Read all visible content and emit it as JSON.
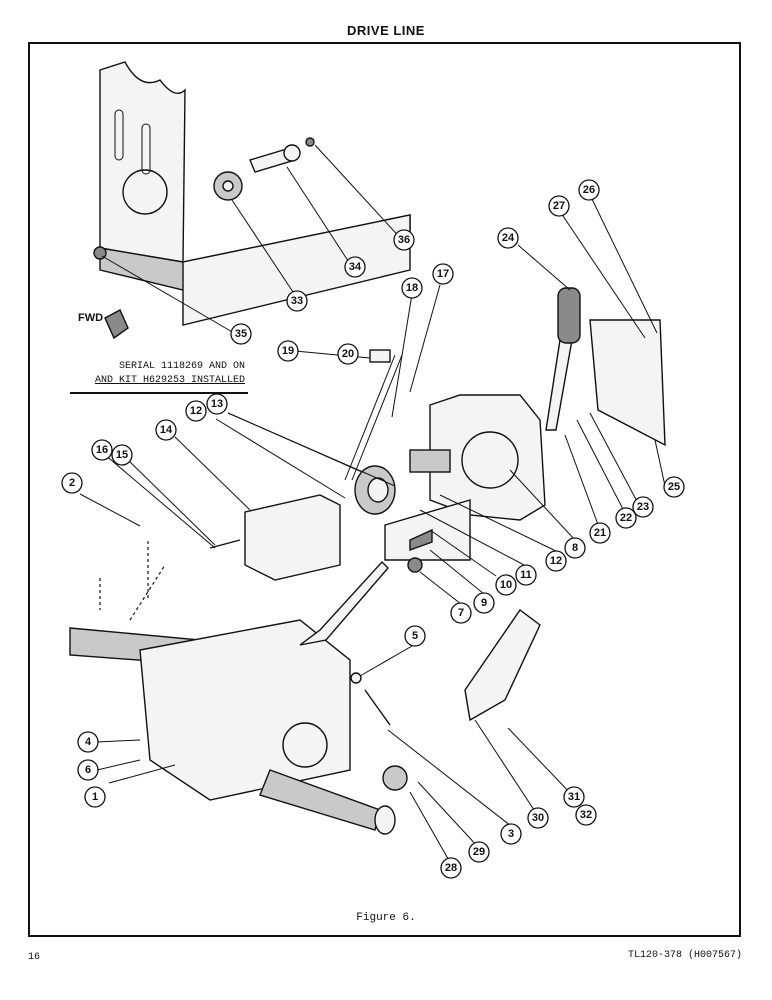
{
  "page_title": "DRIVE LINE",
  "figure_caption": "Figure 6.",
  "page_number": "16",
  "doc_reference": "TL120-378 (H007567)",
  "direction_label": "FWD",
  "serial_note": {
    "line1": "SERIAL 1118269 AND ON",
    "line2": "AND KIT H629253 INSTALLED"
  },
  "callouts": {
    "c1": "1",
    "c2": "2",
    "c3": "3",
    "c4": "4",
    "c5": "5",
    "c6": "6",
    "c7": "7",
    "c8": "8",
    "c9": "9",
    "c10": "10",
    "c11": "11",
    "c12a": "12",
    "c12b": "12",
    "c13": "13",
    "c14": "14",
    "c15": "15",
    "c16": "16",
    "c17": "17",
    "c18": "18",
    "c19": "19",
    "c20": "20",
    "c21": "21",
    "c22": "22",
    "c23": "23",
    "c24": "24",
    "c25": "25",
    "c26": "26",
    "c27": "27",
    "c28": "28",
    "c29": "29",
    "c30": "30",
    "c31": "31",
    "c32": "32",
    "c33": "33",
    "c34": "34",
    "c35": "35",
    "c36": "36"
  }
}
